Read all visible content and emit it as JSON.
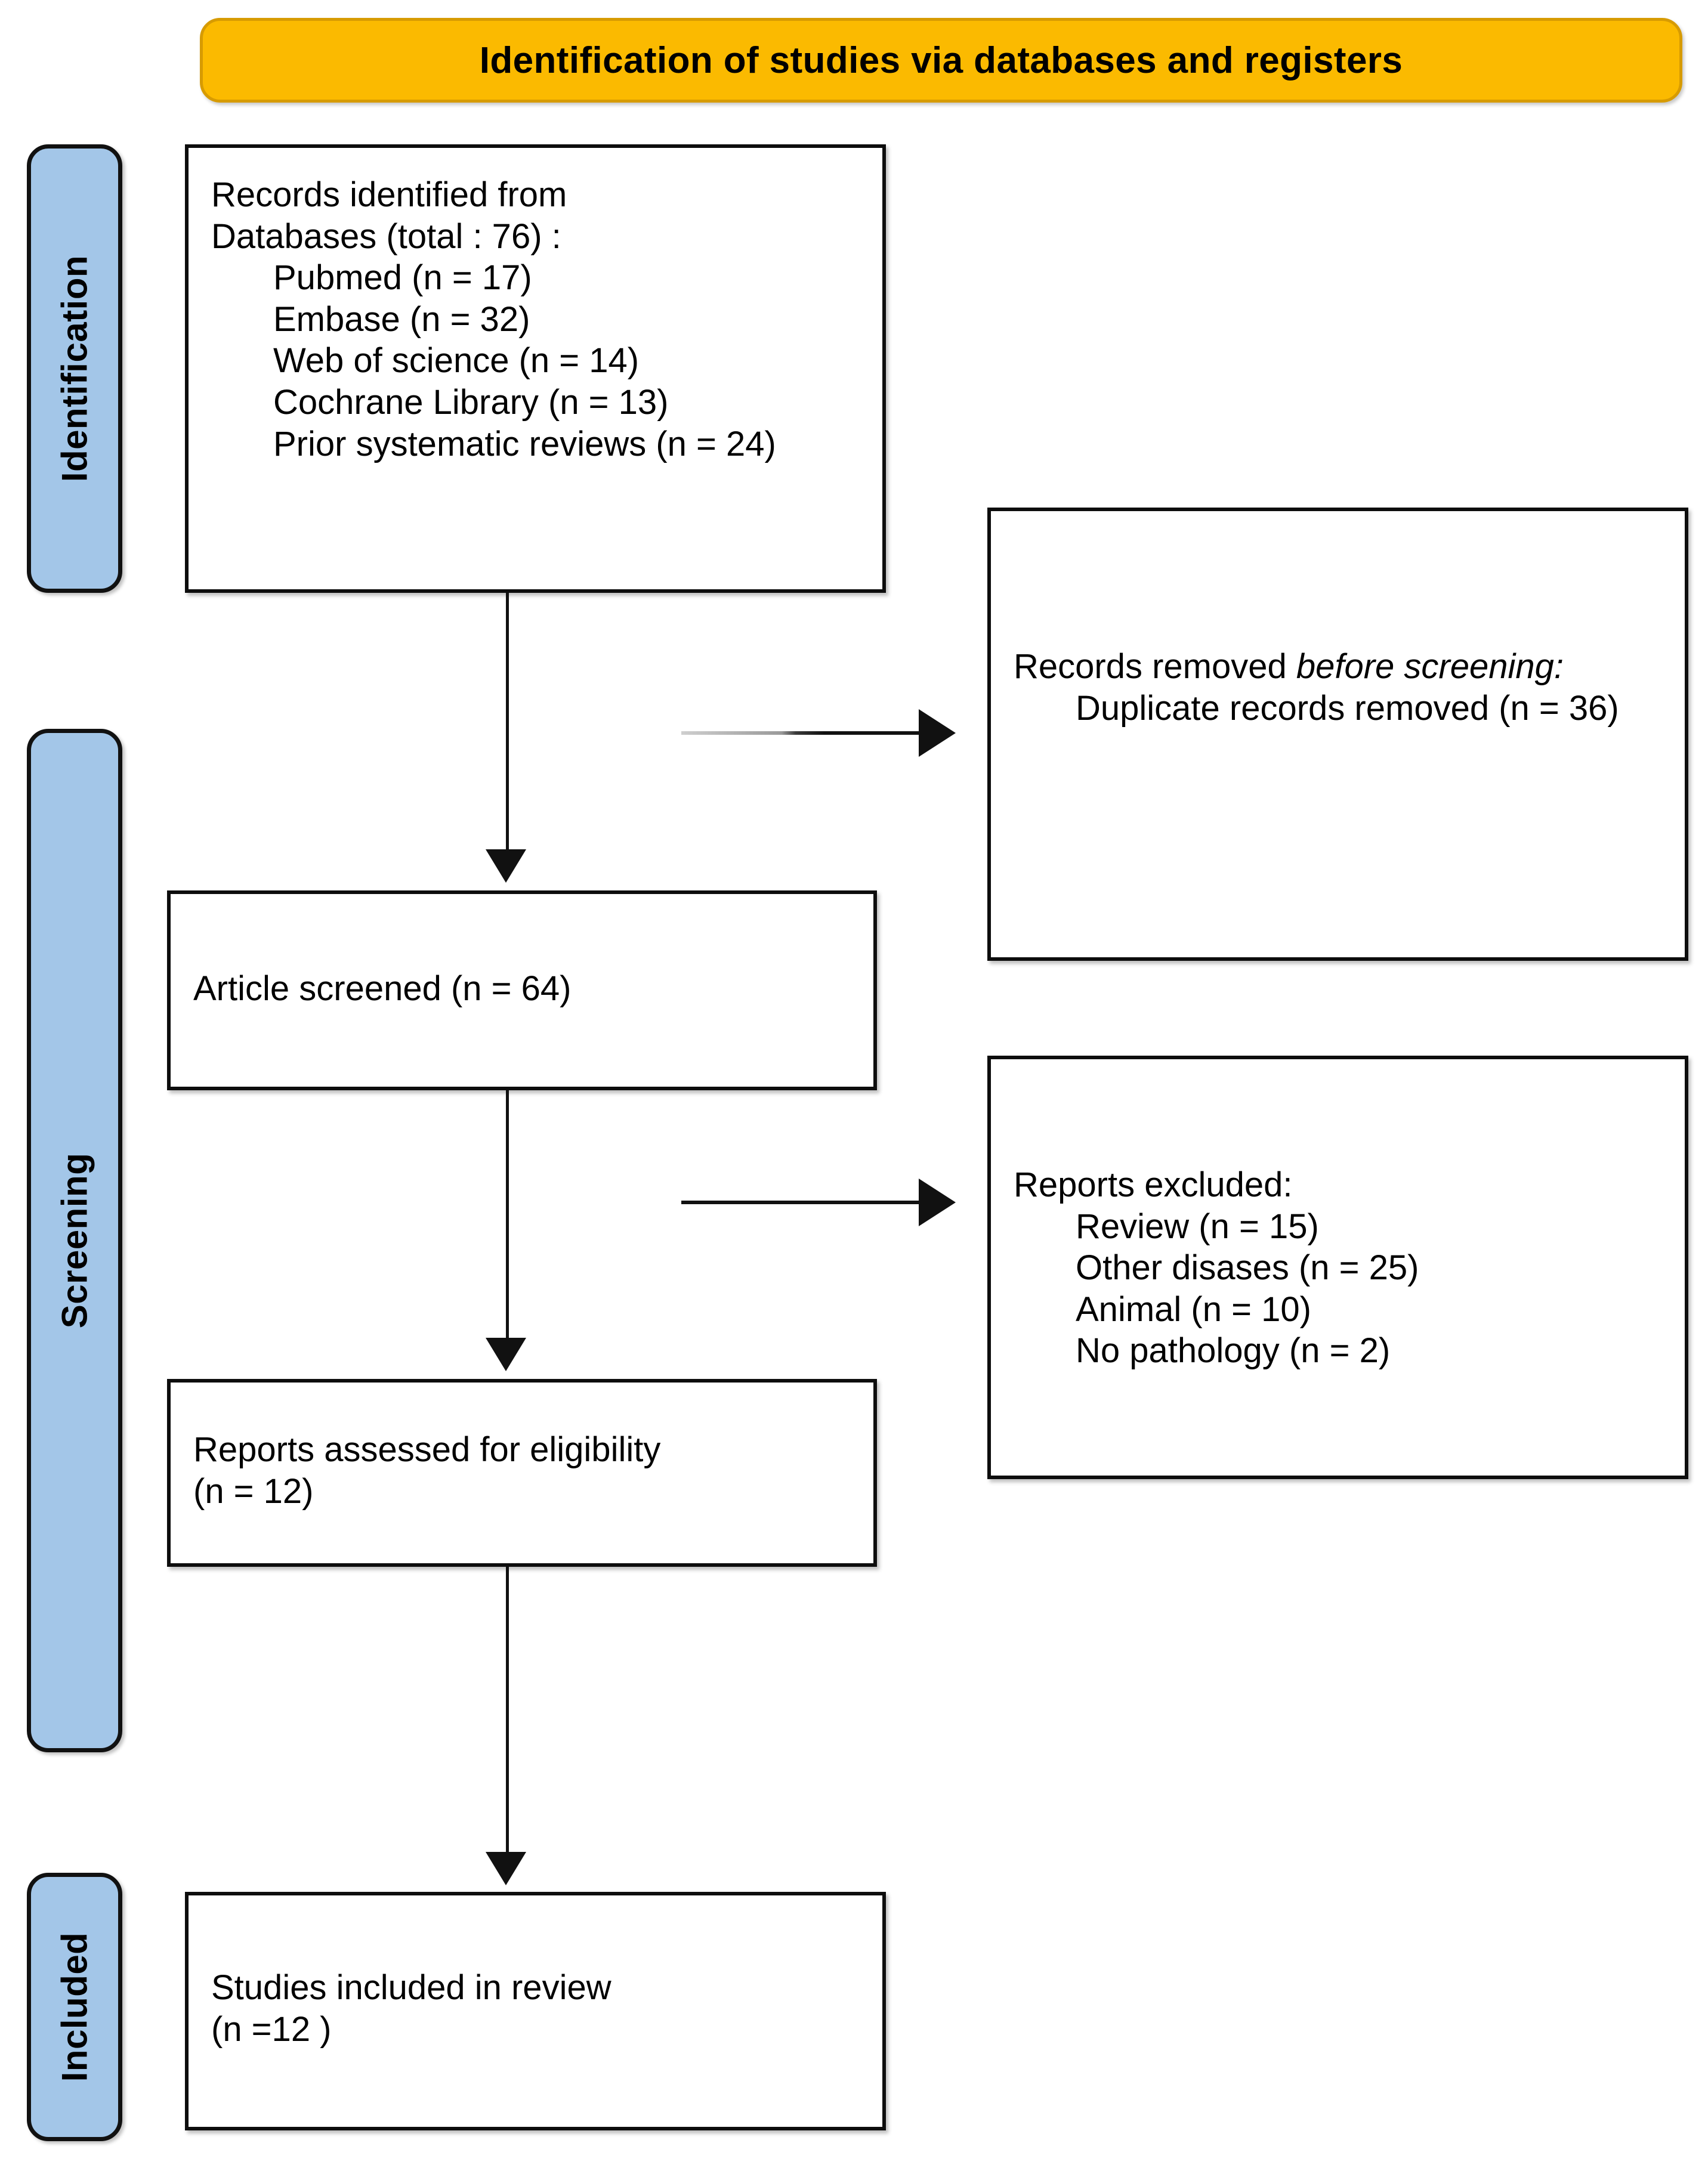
{
  "banner": {
    "title": "Identification of studies via databases and registers"
  },
  "stages": [
    {
      "id": "identification",
      "label": "Identification"
    },
    {
      "id": "screening",
      "label": "Screening"
    },
    {
      "id": "included",
      "label": "Included"
    }
  ],
  "boxes": {
    "identified": {
      "line1": "Records identified from",
      "line2": "Databases (total : 76) :",
      "items": [
        "Pubmed (n = 17)",
        "Embase (n = 32)",
        "Web of science (n = 14)",
        "Cochrane Library (n = 13)",
        "Prior systematic reviews (n = 24)"
      ]
    },
    "removed": {
      "heading_prefix": "Records removed ",
      "heading_italic": "before screening",
      "heading_suffix": ":",
      "items": [
        "Duplicate records removed (n = 36)"
      ]
    },
    "screened": {
      "line1": "Article screened (n = 64)"
    },
    "excluded": {
      "heading": "Reports excluded:",
      "items": [
        "Review (n = 15)",
        "Other disases (n = 25)",
        "Animal (n = 10)",
        "No pathology (n = 2)"
      ]
    },
    "eligibility": {
      "line1": "Reports assessed for eligibility",
      "line2": "(n = 12)"
    },
    "included": {
      "line1": "Studies included in review",
      "line2": "(n =12 )"
    }
  },
  "colors": {
    "banner_fill": "#FBBA00",
    "banner_border": "#D79B02",
    "stage_fill": "#A3C6E8",
    "box_border": "#0d0d0d",
    "text": "#000000"
  },
  "flow_data": {
    "type": "prisma-flow",
    "total_identified": 76,
    "sources": [
      {
        "name": "Pubmed",
        "n": 17
      },
      {
        "name": "Embase",
        "n": 32
      },
      {
        "name": "Web of science",
        "n": 14
      },
      {
        "name": "Cochrane Library",
        "n": 13
      },
      {
        "name": "Prior systematic reviews",
        "n": 24
      }
    ],
    "duplicates_removed": 36,
    "articles_screened": 64,
    "reports_assessed": 12,
    "exclusions": [
      {
        "reason": "Review",
        "n": 15
      },
      {
        "reason": "Other disases",
        "n": 25
      },
      {
        "reason": "Animal",
        "n": 10
      },
      {
        "reason": "No pathology",
        "n": 2
      }
    ],
    "studies_included": 12
  }
}
